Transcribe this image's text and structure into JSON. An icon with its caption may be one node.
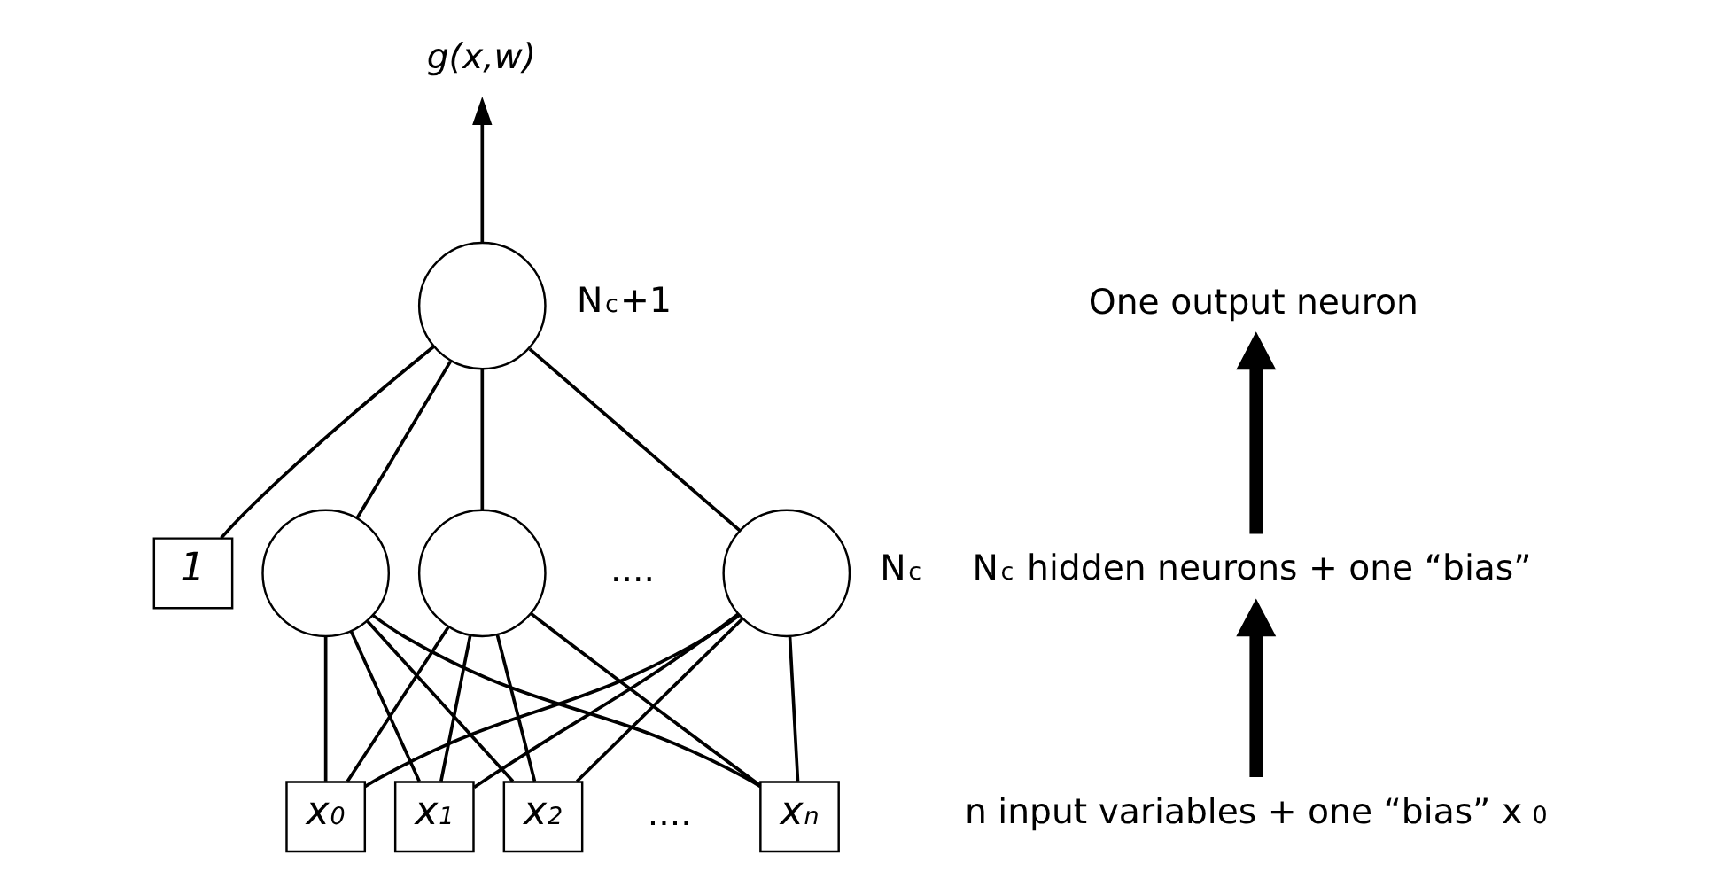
{
  "diagram": {
    "nodes": [
      {
        "text": [
          "g(x,w)"
        ]
      },
      {
        "text": [],
        "shape": "circle",
        "beside": [
          "N$_{c}$+1"
        ]
      },
      {
        "text": [
          "1"
        ]
      },
      {
        "text": [],
        "shape": "circle"
      },
      {
        "text": [],
        "shape": "circle"
      },
      {
        "text": [],
        "shape": "circle",
        "beside": [
          "N$_{c}$"
        ]
      },
      {
        "text": [
          "x$_{0}$"
        ]
      },
      {
        "text": [
          "x$_{1}$"
        ]
      },
      {
        "text": [
          "x$_{2}$"
        ]
      },
      {
        "text": [
          "x$_{n}$"
        ]
      },
      {
        "text": [
          "One output neuron"
        ]
      },
      {
        "text": [
          "N$_{c}$ hidden neurons + one “bias”"
        ]
      },
      {
        "text": [
          "n input variables + one “bias” x$_{0}$"
        ]
      }
    ],
    "edges": [
      {
        "from": 1,
        "to": 0,
        "arrow": "to"
      },
      {
        "from": 2,
        "to": 1,
        "arrow": "none"
      },
      {
        "from": 3,
        "to": 1,
        "arrow": "none"
      },
      {
        "from": 4,
        "to": 1,
        "arrow": "none"
      },
      {
        "from": 5,
        "to": 1,
        "arrow": "none"
      },
      {
        "from": 6,
        "to": 3,
        "arrow": "none"
      },
      {
        "from": 7,
        "to": 3,
        "arrow": "none"
      },
      {
        "from": 8,
        "to": 3,
        "arrow": "none"
      },
      {
        "from": 9,
        "to": 3,
        "arrow": "none"
      },
      {
        "from": 6,
        "to": 4,
        "arrow": "none"
      },
      {
        "from": 7,
        "to": 4,
        "arrow": "none"
      },
      {
        "from": 8,
        "to": 4,
        "arrow": "none"
      },
      {
        "from": 9,
        "to": 4,
        "arrow": "none"
      },
      {
        "from": 6,
        "to": 5,
        "arrow": "none"
      },
      {
        "from": 7,
        "to": 5,
        "arrow": "none"
      },
      {
        "from": 8,
        "to": 5,
        "arrow": "none"
      },
      {
        "from": 9,
        "to": 5,
        "arrow": "none"
      },
      {
        "from": 12,
        "to": 11,
        "arrow": "to",
        "style": "thick"
      },
      {
        "from": 11,
        "to": 10,
        "arrow": "to",
        "style": "thick"
      }
    ],
    "labels": [
      "....",
      "...."
    ]
  }
}
